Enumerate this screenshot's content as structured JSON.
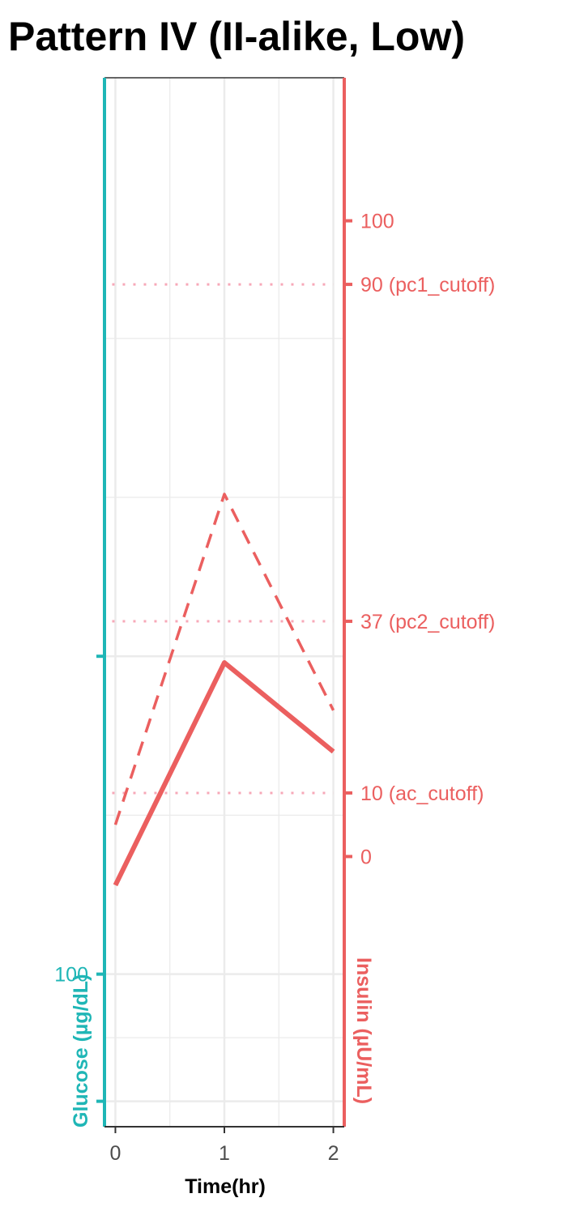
{
  "chart_data": {
    "type": "line",
    "title": "Pattern IV (II-alike, Low)",
    "xlabel": "Time(hr)",
    "x": [
      0,
      1,
      2
    ],
    "xlim": [
      -0.1,
      2.1
    ],
    "x_ticks": [
      "0",
      "1",
      "2"
    ],
    "y_left": {
      "label": "Glucose (µg/dL)",
      "color": "#1FB6B6",
      "lim": [
        76,
        241
      ],
      "major_ticks": [
        80,
        100,
        150
      ],
      "tick_labels": [
        {
          "value": 100,
          "text": "100"
        }
      ]
    },
    "y_right": {
      "label": "Insulin (µU/mL)",
      "color": "#EB5F5F",
      "lim": [
        -42.5,
        122.5
      ],
      "ticks": [
        {
          "value": 0,
          "text": "0"
        },
        {
          "value": 10,
          "text": "10 (ac_cutoff)"
        },
        {
          "value": 37,
          "text": "37 (pc2_cutoff)"
        },
        {
          "value": 90,
          "text": "90 (pc1_cutoff)"
        },
        {
          "value": 100,
          "text": "100"
        }
      ]
    },
    "cutoffs": [
      {
        "value": 10,
        "color": "#F7A8B8"
      },
      {
        "value": 37,
        "color": "#F7A8B8"
      },
      {
        "value": 90,
        "color": "#F7A8B8"
      }
    ],
    "series": [
      {
        "axis": "left",
        "style": "solid",
        "color": "#EB5F5F",
        "values": [
          114,
          149,
          135
        ]
      },
      {
        "axis": "right",
        "style": "dashed",
        "color": "#EB5F5F",
        "values": [
          5,
          57,
          23
        ]
      }
    ],
    "grid": true
  }
}
